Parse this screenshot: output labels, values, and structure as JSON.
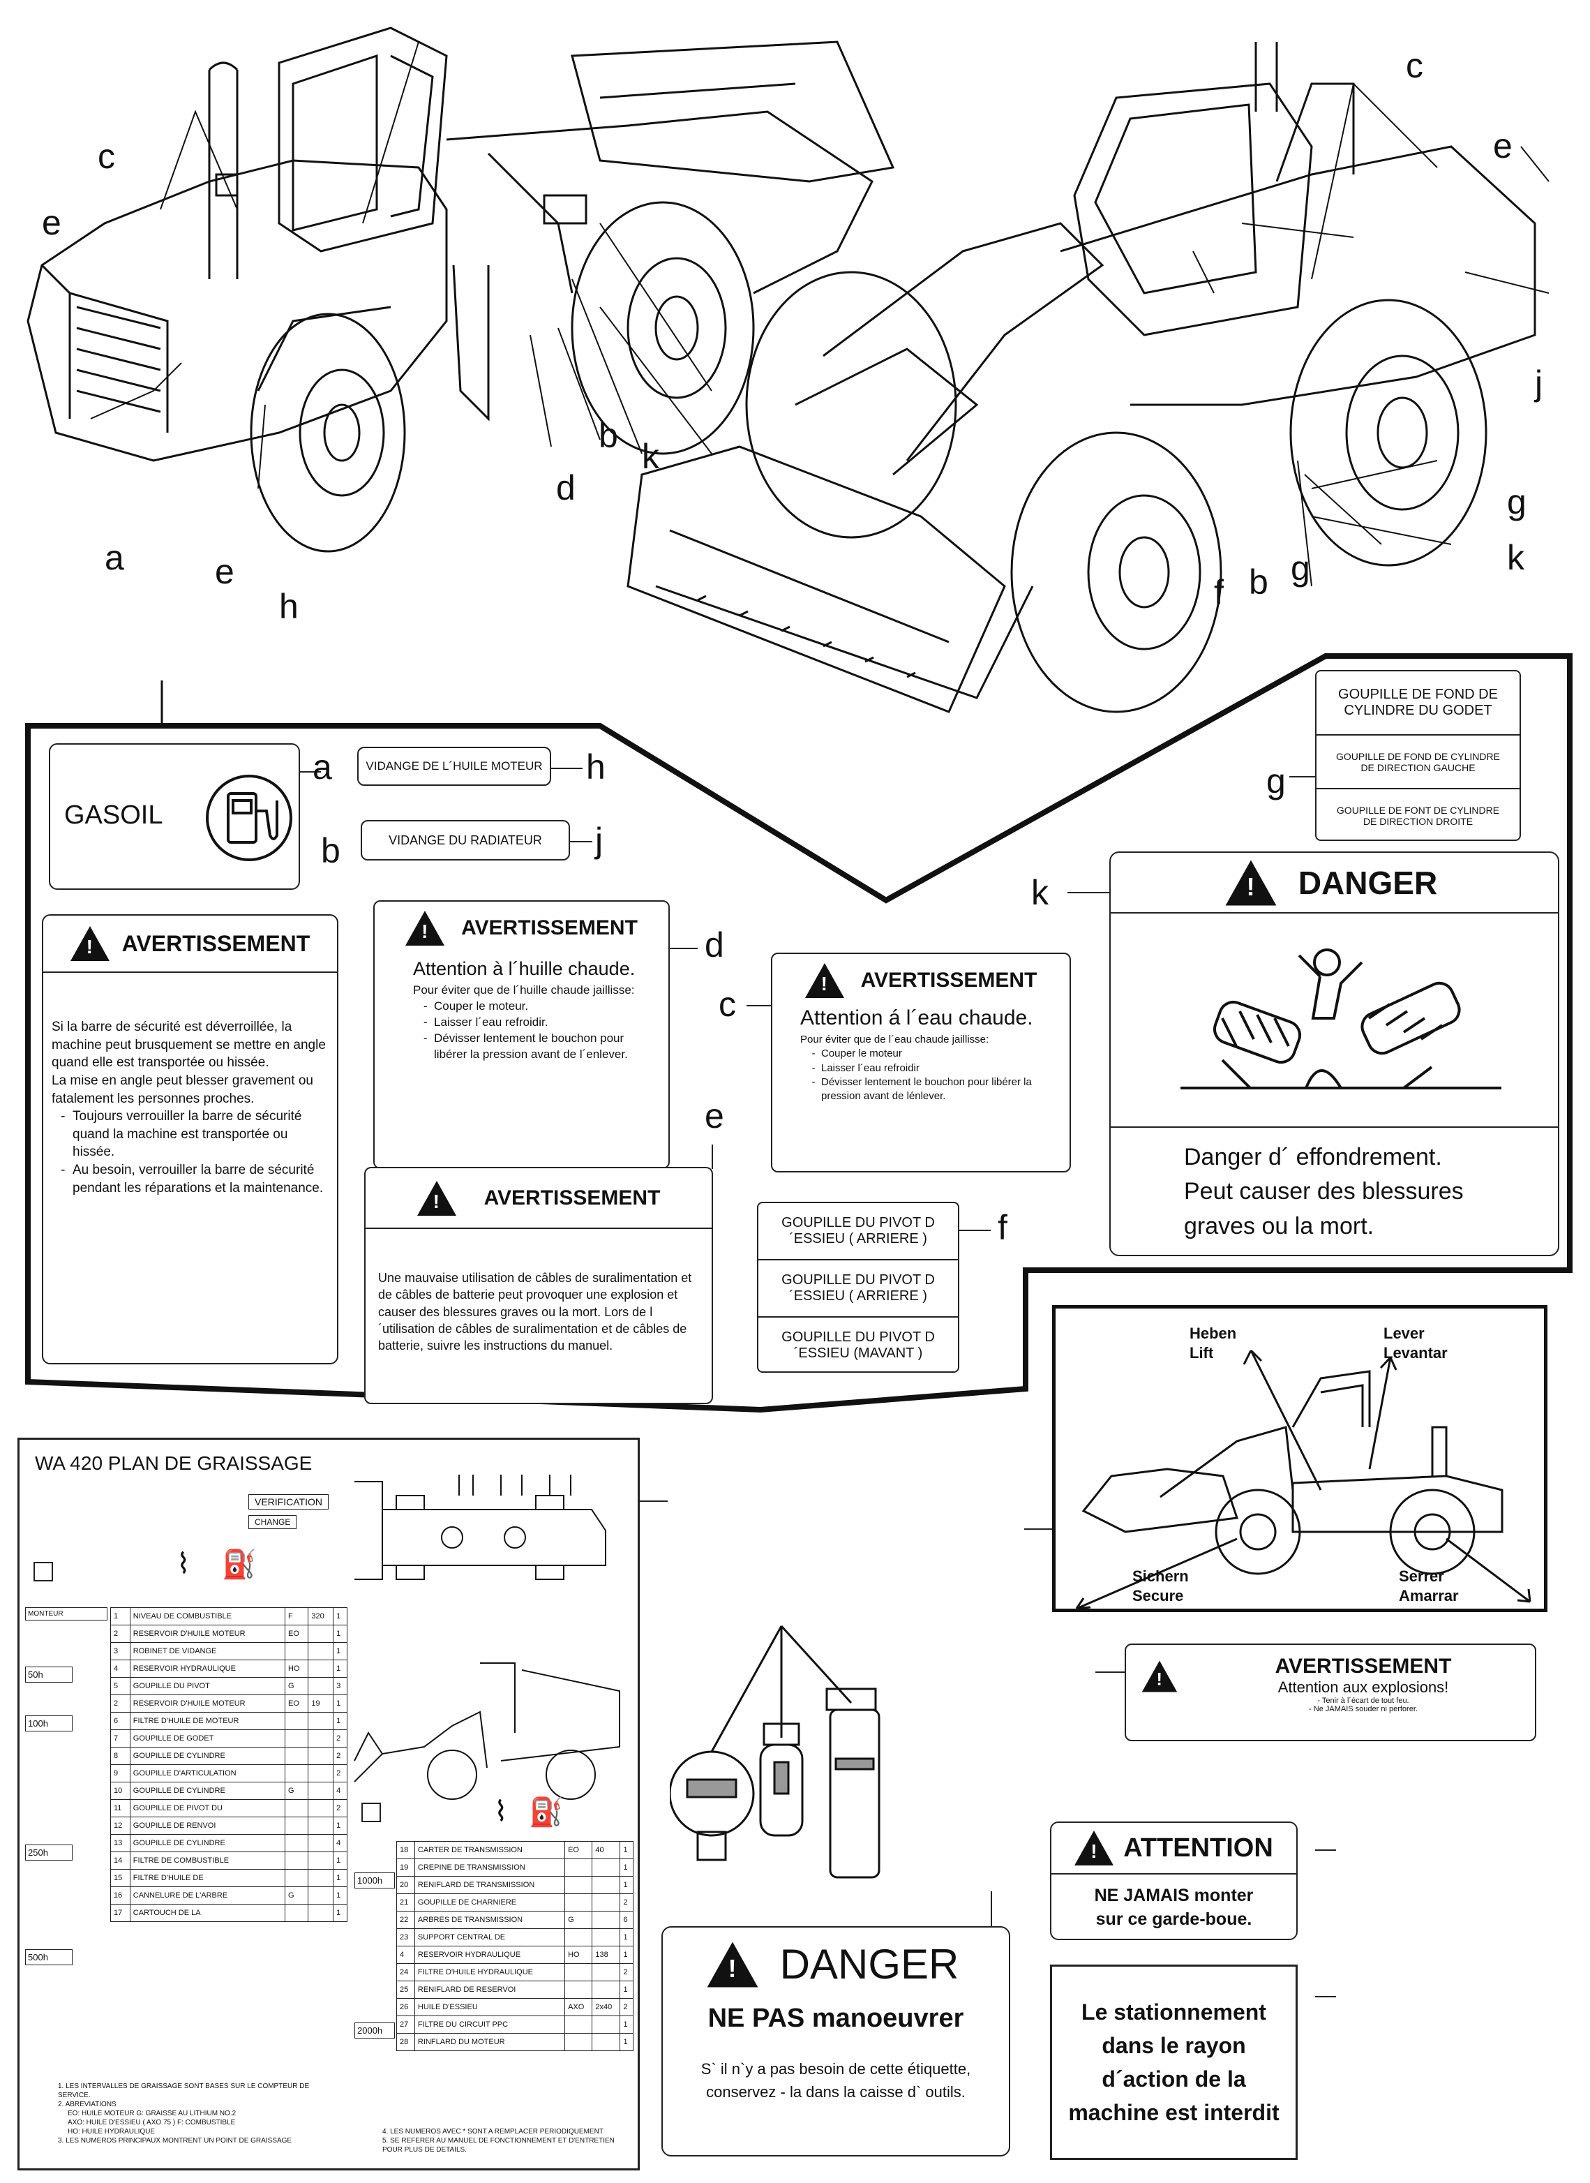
{
  "letters": {
    "a": "a",
    "b": "b",
    "c": "c",
    "d": "d",
    "e": "e",
    "f": "f",
    "g": "g",
    "h": "h",
    "j": "j",
    "k": "k"
  },
  "gasoil": {
    "label": "GASOIL",
    "icon": "fuel-pump-icon"
  },
  "label_h": "VIDANGE DE L´HUILE MOTEUR",
  "label_j": "VIDANGE DU RADIATEUR",
  "label_g": {
    "line1": "GOUPILLE DE FOND DE CYLINDRE DU GODET",
    "line2": "GOUPILLE DE FOND DE CYLINDRE DE DIRECTION GAUCHE",
    "line3": "GOUPILLE DE FONT DE CYLINDRE DE DIRECTION DROITE"
  },
  "label_f": {
    "line1": "GOUPILLE DU PIVOT D´ESSIEU ( ARRIERE )",
    "line2": "GOUPILLE DU PIVOT D´ESSIEU ( ARRIERE )",
    "line3": "GOUPILLE DU PIVOT D´ESSIEU (MAVANT )"
  },
  "warn_b": {
    "title": "AVERTISSEMENT",
    "p1": "Si la barre de sécurité est déverroillée, la machine peut brusquement se mettre en angle quand elle est transportée ou hissée.",
    "p2": "La mise en angle peut blesser gravement ou fatalement les personnes proches.",
    "i1": "Toujours verrouiller la barre de sécurité quand la machine est transportée ou hissée.",
    "i2": "Au besoin, verrouiller la barre de sécurité pendant les réparations et la maintenance."
  },
  "warn_d": {
    "title": "AVERTISSEMENT",
    "headline": "Attention à l´huille chaude.",
    "intro": "Pour éviter que de l´huille chaude jaillisse:",
    "i1": "Couper le moteur.",
    "i2": "Laisser l´eau refroidir.",
    "i3": "Dévisser lentement le bouchon pour libérer la pression avant de l´enlever."
  },
  "warn_c": {
    "title": "AVERTISSEMENT",
    "headline": "Attention á l´eau chaude.",
    "intro": "Pour éviter que de l´eau chaude jaillisse:",
    "i1": "Couper le moteur",
    "i2": "Laisser l´eau refroidir",
    "i3": "Dévisser lentement le bouchon pour libérer la pression avant de lénlever."
  },
  "warn_e": {
    "title": "AVERTISSEMENT",
    "text": "Une mauvaise utilisation de câbles de suralimentation et de câbles de batterie peut provoquer une explosion et causer des blessures graves ou la mort. Lors de l´utilisation de câbles de suralimentation et de câbles de batterie, suivre les instructions du manuel."
  },
  "danger_k": {
    "title": "DANGER",
    "line1": "Danger d´ effondrement.",
    "line2": "Peut causer des blessures",
    "line3": "graves ou la mort."
  },
  "lift": {
    "heben": "Heben",
    "lift": "Lift",
    "lever": "Lever",
    "levantar": "Levantar",
    "sichern": "Sichern",
    "secure": "Secure",
    "serrer": "Serrer",
    "amarrar": "Amarrar"
  },
  "warn_expl": {
    "title": "AVERTISSEMENT",
    "headline": "Attention aux explosions!",
    "i1": "- Tenir à l´écart de tout feu.",
    "i2": "- Ne JAMAIS souder ni perforer."
  },
  "attention": {
    "title": "ATTENTION",
    "line1": "NE JAMAIS monter",
    "line2": "sur ce garde-boue."
  },
  "parking": {
    "line1": "Le stationnement",
    "line2": "dans le rayon",
    "line3": "d´action de la",
    "line4": "machine est interdit"
  },
  "danger_bottom": {
    "title": "DANGER",
    "sub": "NE PAS manoeuvrer",
    "line1": "S` il n`y a pas besoin de cette étiquette,",
    "line2": "conservez - la dans la caisse d` outils."
  },
  "grease": {
    "title": "WA 420 PLAN DE GRAISSAGE",
    "verification": "VERIFICATION",
    "change": "CHANGE",
    "tag_monteur": "MONTEUR",
    "tag_50h": "50h",
    "tag_100h": "100h",
    "tag_250h": "250h",
    "tag_500h": "500h",
    "tag_1000h": "1000h",
    "tag_2000h": "2000h",
    "left_rows": [
      {
        "n": "1",
        "t": "NIVEAU DE COMBUSTIBLE",
        "c": "F",
        "v": "320",
        "q": "1"
      },
      {
        "n": "2",
        "t": "RESERVOIR D'HUILE MOTEUR",
        "c": "EO",
        "v": "",
        "q": "1"
      },
      {
        "n": "3",
        "t": "ROBINET DE VIDANGE",
        "c": "",
        "v": "",
        "q": "1"
      },
      {
        "n": "4",
        "t": "RESERVOIR HYDRAULIQUE",
        "c": "HO",
        "v": "",
        "q": "1"
      },
      {
        "n": "5",
        "t": "GOUPILLE DU PIVOT",
        "c": "G",
        "v": "",
        "q": "3"
      },
      {
        "n": "2",
        "t": "RESERVOIR D'HUILE MOTEUR",
        "c": "EO",
        "v": "19",
        "q": "1"
      },
      {
        "n": "6",
        "t": "FILTRE D'HUILE DE MOTEUR",
        "c": "",
        "v": "",
        "q": "1"
      },
      {
        "n": "7",
        "t": "GOUPILLE DE GODET",
        "c": "",
        "v": "",
        "q": "2"
      },
      {
        "n": "8",
        "t": "GOUPILLE DE CYLINDRE",
        "c": "",
        "v": "",
        "q": "2"
      },
      {
        "n": "9",
        "t": "GOUPILLE D'ARTICULATION",
        "c": "",
        "v": "",
        "q": "2"
      },
      {
        "n": "10",
        "t": "GOUPILLE DE CYLINDRE",
        "c": "G",
        "v": "",
        "q": "4"
      },
      {
        "n": "11",
        "t": "GOUPILLE DE PIVOT DU",
        "c": "",
        "v": "",
        "q": "2"
      },
      {
        "n": "12",
        "t": "GOUPILLE DE RENVOI",
        "c": "",
        "v": "",
        "q": "1"
      },
      {
        "n": "13",
        "t": "GOUPILLE DE CYLINDRE",
        "c": "",
        "v": "",
        "q": "4"
      },
      {
        "n": "14",
        "t": "FILTRE DE COMBUSTIBLE",
        "c": "",
        "v": "",
        "q": "1"
      },
      {
        "n": "15",
        "t": "FILTRE D'HUILE DE",
        "c": "",
        "v": "",
        "q": "1"
      },
      {
        "n": "16",
        "t": "CANNELURE DE L'ARBRE",
        "c": "G",
        "v": "",
        "q": "1"
      },
      {
        "n": "17",
        "t": "CARTOUCH DE LA",
        "c": "",
        "v": "",
        "q": "1"
      }
    ],
    "right_rows": [
      {
        "n": "18",
        "t": "CARTER DE TRANSMISSION",
        "c": "EO",
        "v": "40",
        "q": "1"
      },
      {
        "n": "19",
        "t": "CREPINE DE TRANSMISSION",
        "c": "",
        "v": "",
        "q": "1"
      },
      {
        "n": "20",
        "t": "RENIFLARD DE TRANSMISSION",
        "c": "",
        "v": "",
        "q": "1"
      },
      {
        "n": "21",
        "t": "GOUPILLE DE CHARNIERE",
        "c": "",
        "v": "",
        "q": "2"
      },
      {
        "n": "22",
        "t": "ARBRES DE TRANSMISSION",
        "c": "G",
        "v": "",
        "q": "6"
      },
      {
        "n": "23",
        "t": "SUPPORT CENTRAL DE",
        "c": "",
        "v": "",
        "q": "1"
      },
      {
        "n": "4",
        "t": "RESERVOIR HYDRAULIQUE",
        "c": "HO",
        "v": "138",
        "q": "1"
      },
      {
        "n": "24",
        "t": "FILTRE D'HUILE HYDRAULIQUE",
        "c": "",
        "v": "",
        "q": "2"
      },
      {
        "n": "25",
        "t": "RENIFLARD DE RESERVOI",
        "c": "",
        "v": "",
        "q": "1"
      },
      {
        "n": "26",
        "t": "HUILE D'ESSIEU",
        "c": "AXO",
        "v": "2x40",
        "q": "2"
      },
      {
        "n": "27",
        "t": "FILTRE DU CIRCUIT  PPC",
        "c": "",
        "v": "",
        "q": "1"
      },
      {
        "n": "28",
        "t": "RINFLARD DU MOTEUR",
        "c": "",
        "v": "",
        "q": "1"
      }
    ],
    "note1": "1.  LES INTERVALLES DE GRAISSAGE SONT BASES SUR LE COMPTEUR DE SERVICE.",
    "note2": "2.  ABREVIATIONS",
    "note2a": "EO: HUILE MOTEUR G: GRAISSE AU LITHIUM NO.2",
    "note2b": "AXO: HUILE D'ESSIEU ( AXO 75 ) F: COMBUSTIBLE",
    "note2c": "HO: HUILE HYDRAULIQUE",
    "note3": "3.  LES NUMEROS PRINCIPAUX MONTRENT UN POINT DE GRAISSAGE",
    "note4": "4.  LES NUMEROS AVEC * SONT A REMPLACER PERIODIQUEMENT",
    "note5": "5.  SE REFERER AU MANUEL DE FONCTIONNEMENT ET D'ENTRETIEN POUR PLUS DE DETAILS."
  }
}
